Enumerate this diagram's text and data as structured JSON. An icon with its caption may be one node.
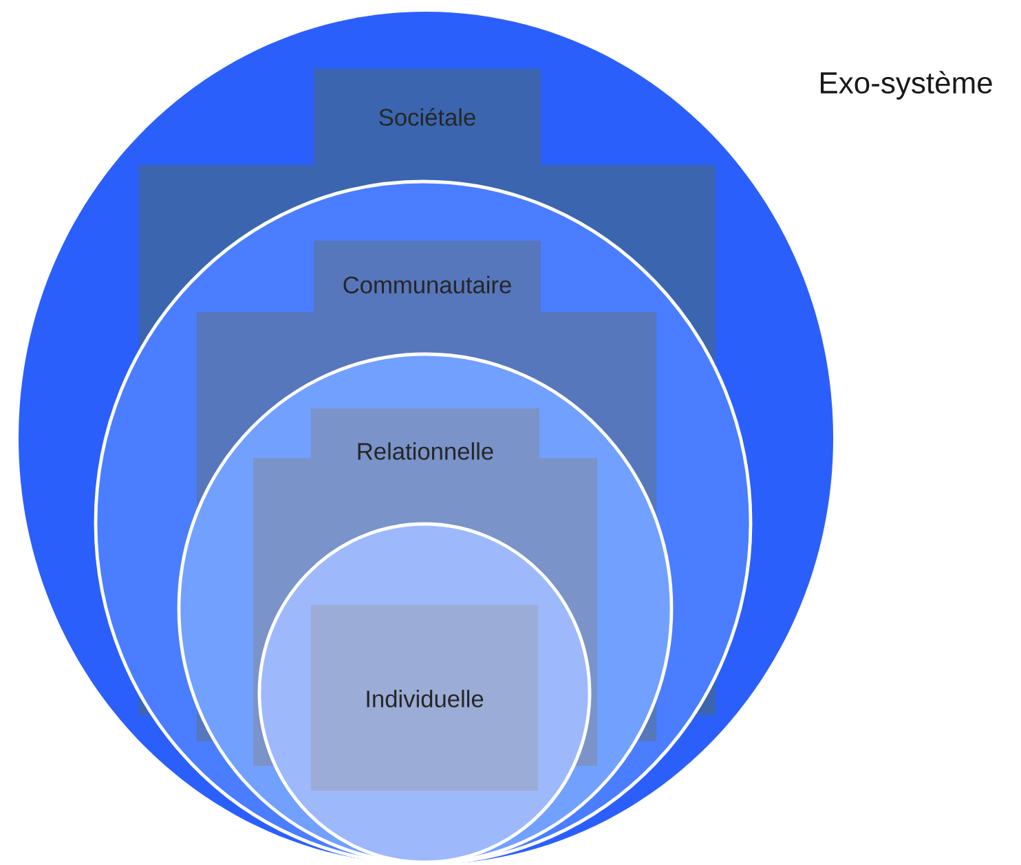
{
  "diagram": {
    "nodes": [
      {
        "text": [
          "Sociétale"
        ]
      },
      {
        "text": [
          "Communautaire"
        ],
        "in": 0
      },
      {
        "text": [
          "Relationnelle"
        ],
        "in": 1
      },
      {
        "text": [
          "Individuelle"
        ],
        "in": 2
      }
    ],
    "labels": [
      "Exo-système"
    ]
  }
}
